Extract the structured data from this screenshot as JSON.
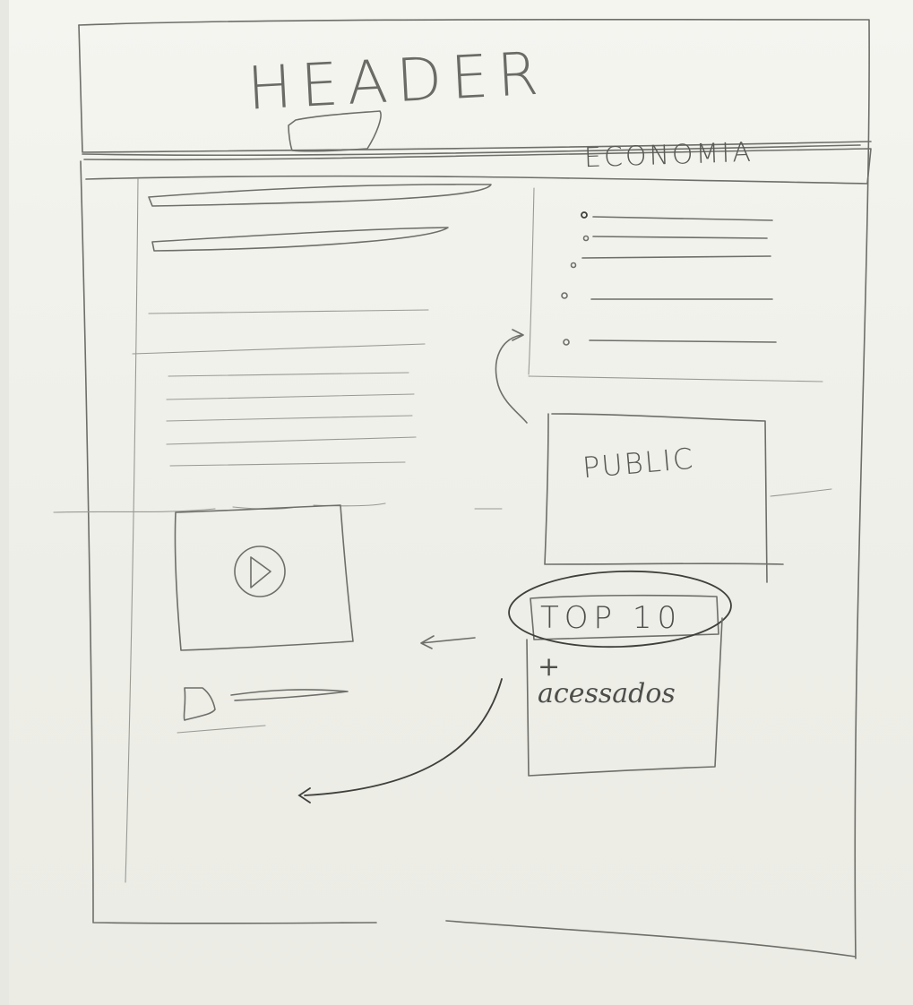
{
  "sketch": {
    "header_label": "HEADER",
    "section_label": "ECONOMIA",
    "ad_label": "PUBLIC",
    "top10_label": "TOP 10",
    "top10_caption": "+\nacessados"
  },
  "colors": {
    "paper": "#f1f1ec",
    "pencil": "#6e6e6a"
  },
  "icons": {
    "video": "play-icon",
    "thumbnail": "thumbnail-icon"
  }
}
